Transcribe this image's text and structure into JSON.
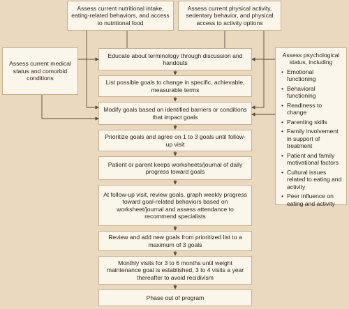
{
  "top_boxes": {
    "nutrition": "Assess current nutritional intake, eating-related behaviors, and access to nutritional food",
    "activity": "Assess current physical activity, sedentary behavior, and physical access to activity options"
  },
  "side_boxes": {
    "medical": "Assess current medical status and comorbid conditions",
    "psych_title": "Assess psychological status, including",
    "psych_items": [
      "Emotional functioning",
      "Behavioral functioning",
      "Readiness to change",
      "Parenting skills",
      "Family involvement in support of treatment",
      "Patient and family motivational factors",
      "Cultural issues related to eating and activity",
      "Peer influence on eating and activity"
    ]
  },
  "steps": [
    "Educate about terminology through discussion and handouts",
    "List possible goals to change in specific, achievable, measurable terms",
    "Modify goals based on identified barriers or conditions that impact goals",
    "Prioritize goals and agree on 1 to 3 goals until follow-up visit",
    "Patient or parent keeps worksheets/journal of daily progress toward goals",
    "At follow-up visit, review goals, graph weekly progress toward goal-related behaviors based on worksheet/journal and assess attendance to recommend specialists",
    "Review and add new goals from prioritized list to a maximum of 3 goals",
    "Monthly visits for 3 to 6 months until weight maintenance goal is established, 3 to 4 visits a year thereafter to avoid recidivism",
    "Phase out of program"
  ],
  "colors": {
    "background": "#ead9bf",
    "box": "#fbf6ec",
    "border": "#c9b08a",
    "arrow": "#5a4a3a"
  }
}
